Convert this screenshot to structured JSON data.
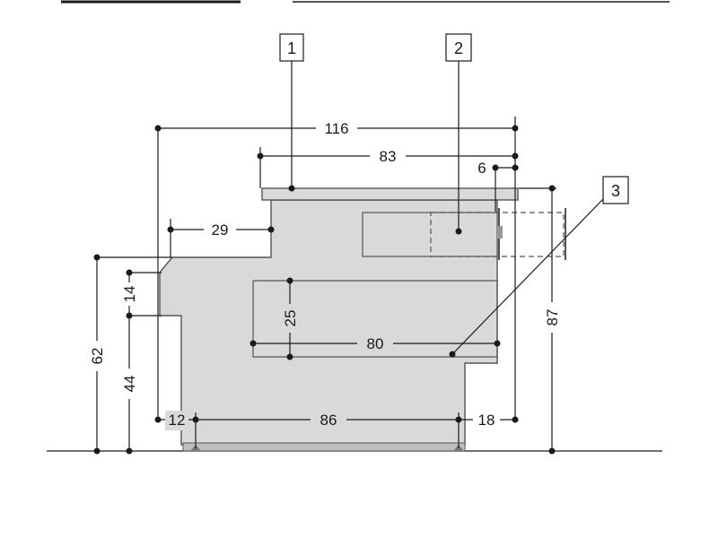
{
  "callouts": [
    {
      "number": "1"
    },
    {
      "number": "2"
    },
    {
      "number": "3"
    }
  ],
  "dimensions": {
    "overall_width": "116",
    "top_width": "83",
    "front_offset": "6",
    "step_depth": "29",
    "handle_height": "14",
    "total_height_left": "62",
    "lower_height": "44",
    "opening_height": "25",
    "opening_width": "80",
    "total_height_right": "87",
    "foot_left": "12",
    "foot_span": "86",
    "foot_right": "18"
  },
  "colors": {
    "body_fill": "#d9d9d9",
    "ink": "#1a1a1a"
  }
}
